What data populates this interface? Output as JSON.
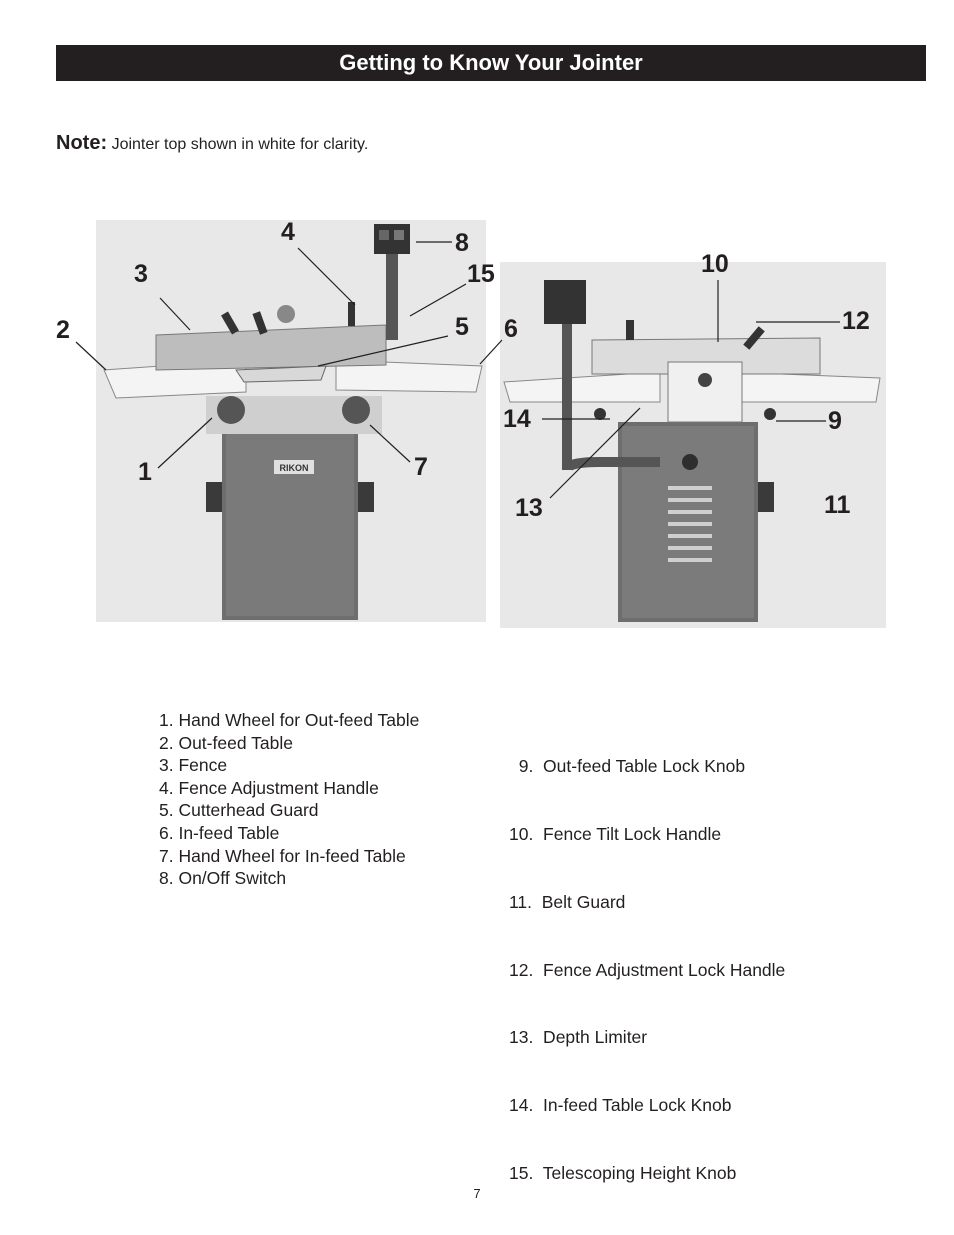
{
  "header": {
    "title": "Getting to Know Your Jointer"
  },
  "note": {
    "label": "Note:",
    "text": "Jointer top shown in white for clarity."
  },
  "figure": {
    "brand_plate": "RIKON",
    "callouts": [
      "1",
      "2",
      "3",
      "4",
      "5",
      "6",
      "7",
      "8",
      "9",
      "10",
      "11",
      "12",
      "13",
      "14",
      "15"
    ]
  },
  "parts_left": [
    "1.  Hand Wheel for Out-feed Table",
    "2.  Out-feed Table",
    "3.  Fence",
    "4.  Fence Adjustment Handle",
    "5.  Cutterhead Guard",
    "6.  In-feed Table",
    "7.  Hand Wheel for In-feed Table",
    "8.  On/Off Switch"
  ],
  "parts_right": [
    "  9.  Out-feed Table Lock Knob",
    "10.  Fence Tilt Lock Handle",
    "11.  Belt Guard",
    "12.  Fence Adjustment Lock Handle",
    "13.  Depth Limiter",
    "14.  In-feed Table Lock Knob",
    "15.  Telescoping Height Knob"
  ],
  "page_number": "7"
}
